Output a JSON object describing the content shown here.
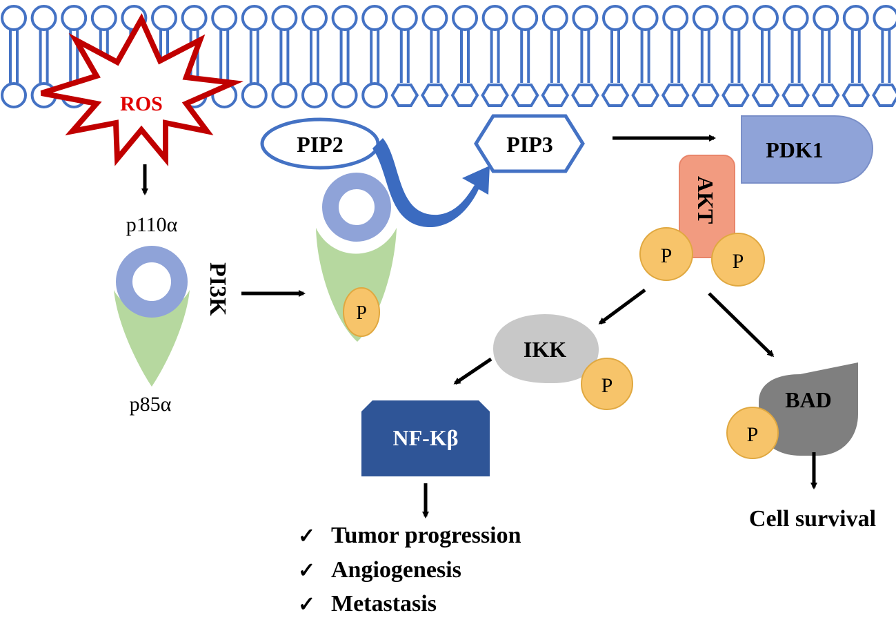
{
  "labels": {
    "ros": "ROS",
    "p110": "p110α",
    "p85": "p85α",
    "pi3k": "PI3K",
    "pip2": "PIP2",
    "pip3": "PIP3",
    "pdk1": "PDK1",
    "akt": "AKT",
    "ikk": "IKK",
    "bad": "BAD",
    "nfkb": "NF-Kβ",
    "p_pi3k": "P",
    "p_akt_left": "P",
    "p_akt_right": "P",
    "p_ikk": "P",
    "p_bad": "P",
    "cell_survival": "Cell survival"
  },
  "outcomes": {
    "check_mark": "✓",
    "items": [
      "Tumor progression",
      "Angiogenesis",
      "Metastasis"
    ]
  },
  "colors": {
    "membrane": "#4472c4",
    "ros_star": "#c00000",
    "p110_ring": "#8fa3d8",
    "p85_cup": "#8fc47a",
    "phospho": "#f7c46a",
    "akt": "#f29b80",
    "pdk1": "#8fa3d8",
    "ikk": "#c8c8c8",
    "bad": "#7f7f7f",
    "nfkb": "#2f5597",
    "arrow_curve": "#3b6bc0"
  }
}
